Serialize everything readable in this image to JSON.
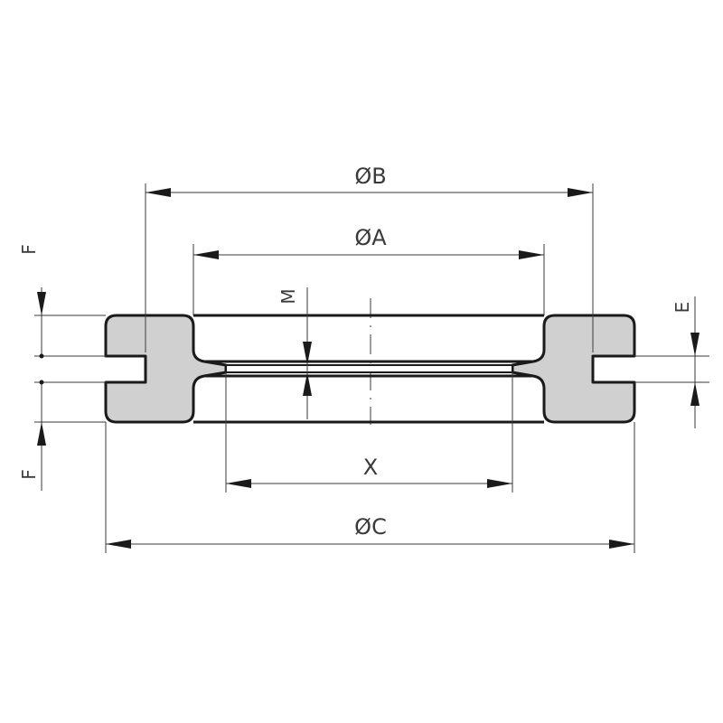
{
  "labels": {
    "dia_b": "ØB",
    "dia_a": "ØA",
    "dia_c": "ØC",
    "x": "X",
    "m": "M",
    "e": "E",
    "f_top": "F",
    "f_bottom": "F"
  },
  "colors": {
    "section_fill": "#d0d0d0",
    "ring_fill": "#e2e2e2",
    "line": "#1a1a1a",
    "dim_line": "#3a3a3a"
  }
}
